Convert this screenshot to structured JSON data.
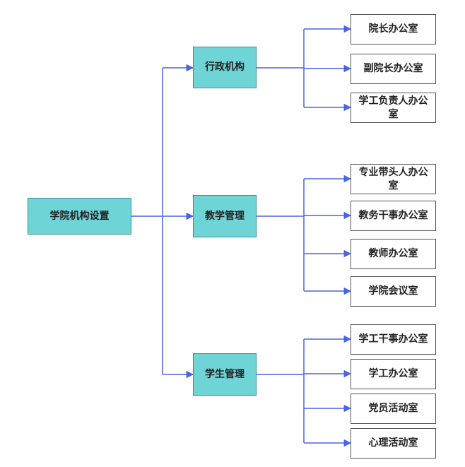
{
  "colors": {
    "line": "#4a64e2",
    "teal": "#6fd4d6",
    "leaf_border": "#555555"
  },
  "root": {
    "label": "学院机构设置"
  },
  "branches": [
    {
      "label": "行政机构",
      "children": [
        {
          "label": "院长办公室"
        },
        {
          "label": "副院长办公室"
        },
        {
          "label": "学工负责人办公室"
        }
      ]
    },
    {
      "label": "教学管理",
      "children": [
        {
          "label": "专业带头人办公室"
        },
        {
          "label": "教务干事办公室"
        },
        {
          "label": "教师办公室"
        },
        {
          "label": "学院会议室"
        }
      ]
    },
    {
      "label": "学生管理",
      "children": [
        {
          "label": "学工干事办公室"
        },
        {
          "label": "学工办公室"
        },
        {
          "label": "党员活动室"
        },
        {
          "label": "心理活动室"
        }
      ]
    }
  ]
}
